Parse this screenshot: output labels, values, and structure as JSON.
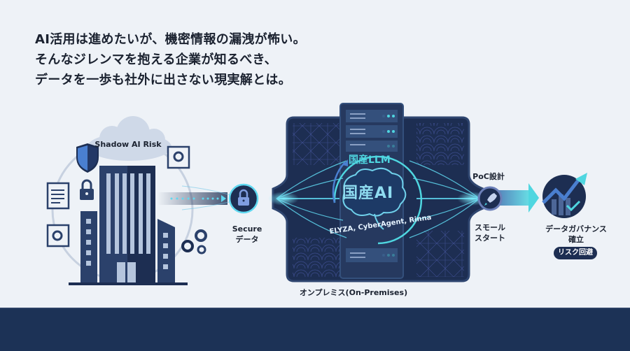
{
  "headline": {
    "lines": [
      "AI活用は進めたいが、機密情報の漏洩が怖い。",
      "そんなジレンマを抱える企業が知るべき、",
      "データを一歩も社外に出さない現実解とは。"
    ]
  },
  "diagram": {
    "left_cluster": {
      "cloud_label": "Shadow AI Risk",
      "icons": [
        "shield-icon",
        "lock-icon",
        "document-icon",
        "settings-document-icon",
        "gears-icon",
        "building-icon"
      ]
    },
    "secure_node": {
      "icon": "lock-icon",
      "label_line1": "Secure",
      "label_line2": "データ"
    },
    "onprem": {
      "llm_label": "国産LLM",
      "ai_label": "国産AI",
      "vendors": "ELYZA, CyberAgent, Rinna",
      "caption": "オンプレミス(On-Premises)",
      "icons": [
        "server-rack-icon",
        "brain-icon"
      ]
    },
    "poc_node": {
      "title": "PoC設計",
      "icon": "rocket-icon",
      "label_line1": "スモール",
      "label_line2": "スタート"
    },
    "governance_node": {
      "icon": "growth-chart-check-icon",
      "label_line1": "データガバナンス",
      "label_line2": "確立",
      "badge": "リスク回避"
    }
  },
  "colors": {
    "background": "#eef2f7",
    "navy": "#1d2e52",
    "accent_cyan": "#4fd6e0",
    "accent_blue": "#4a7fd0",
    "footer": "#1c3256"
  }
}
